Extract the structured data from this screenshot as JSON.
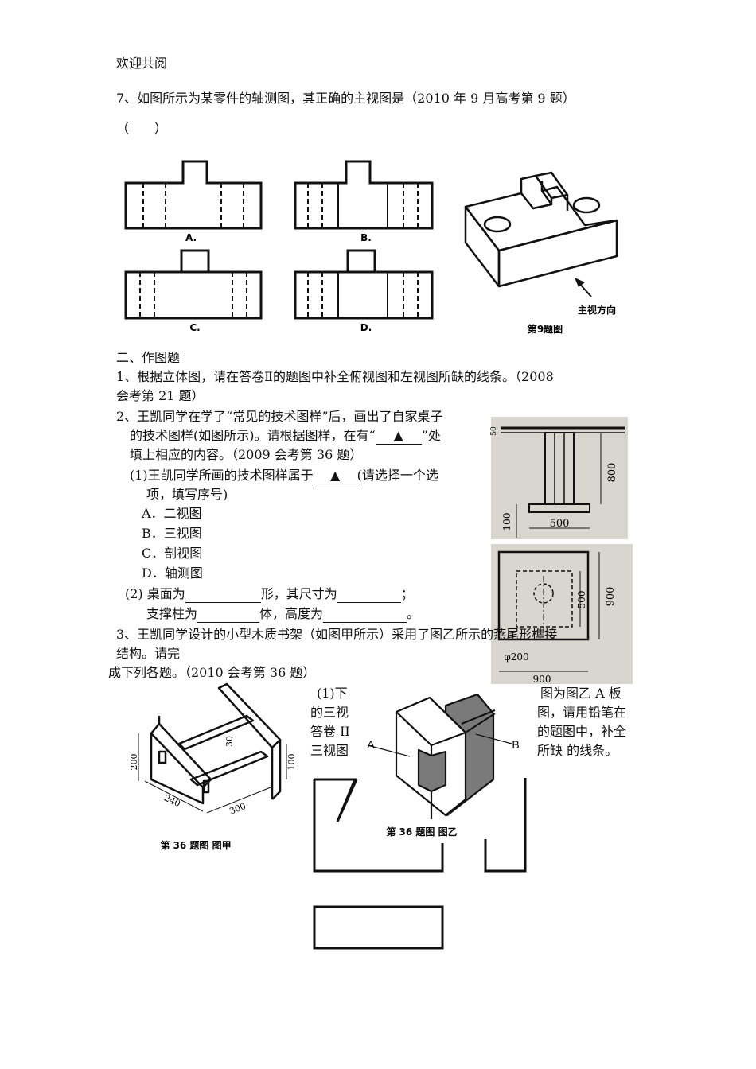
{
  "header": "欢迎共阅",
  "q7": {
    "line1": "7、如图所示为某零件的轴测图，其正确的主视图是（2010 年 9 月高考第 9 题）",
    "paren": "（　　）",
    "options": [
      "A.",
      "B.",
      "C.",
      "D."
    ],
    "iso_arrow_label": "主视方向",
    "iso_caption": "第9题图"
  },
  "section2": {
    "title": "二、作图题",
    "q1_line1": "1、根据立体图，请在答卷Ⅱ的题图中补全俯视图和左视图所缺的线条。（2008",
    "q1_line2": "会考第 21 题）",
    "q2_line1": "2、王凯同学在学了“常见的技术图样”后，画出了自家桌子",
    "q2_line2a": "的技术图样(如图所示)。请根据图样，在有“",
    "q2_line2_blank": "▲",
    "q2_line2b": "”处",
    "q2_line3": "填上相应的内容。（2009 会考第 36 题）",
    "q2_sub1a": "(1)王凯同学所画的技术图样属于",
    "q2_sub1_blank": "▲",
    "q2_sub1b": "(请选择一个选",
    "q2_sub1c": "项，填写序号)",
    "choices": [
      "A．二视图",
      "B．三视图",
      "C．剖视图",
      "D．轴测图"
    ],
    "q2_sub2a": "(2) 桌面为",
    "q2_sub2b": "形，其尺寸为",
    "q2_sub2c": "；",
    "q2_sub2d": "支撑柱为",
    "q2_sub2e": "体，高度为",
    "q2_sub2f": "。",
    "q3_line1": "3、王凯同学设计的小型木质书架（如图甲所示）采用了图乙所示的燕尾形榫接",
    "q3_line2": "结构。请完",
    "q3_line3": "成下列各题。（2010 会考第 36 题）",
    "q3_mid": [
      "(1)下",
      "的三视",
      "答卷 II",
      "三视图"
    ],
    "q3_right": [
      "图为图乙 A  板",
      "图，请用铅笔在",
      "的题图中，补全",
      "所缺  的线条。"
    ]
  },
  "table_drawing": {
    "dims_front": [
      "50",
      "800",
      "100",
      "500"
    ],
    "dims_top": [
      "500",
      "900",
      "φ200",
      "900"
    ]
  },
  "shelf": {
    "dims": [
      "200",
      "30",
      "100",
      "240",
      "300"
    ],
    "caption": "第 36 题图  图甲"
  },
  "joint": {
    "label_a": "A",
    "label_b": "B",
    "caption": "第 36 题图  图乙"
  }
}
